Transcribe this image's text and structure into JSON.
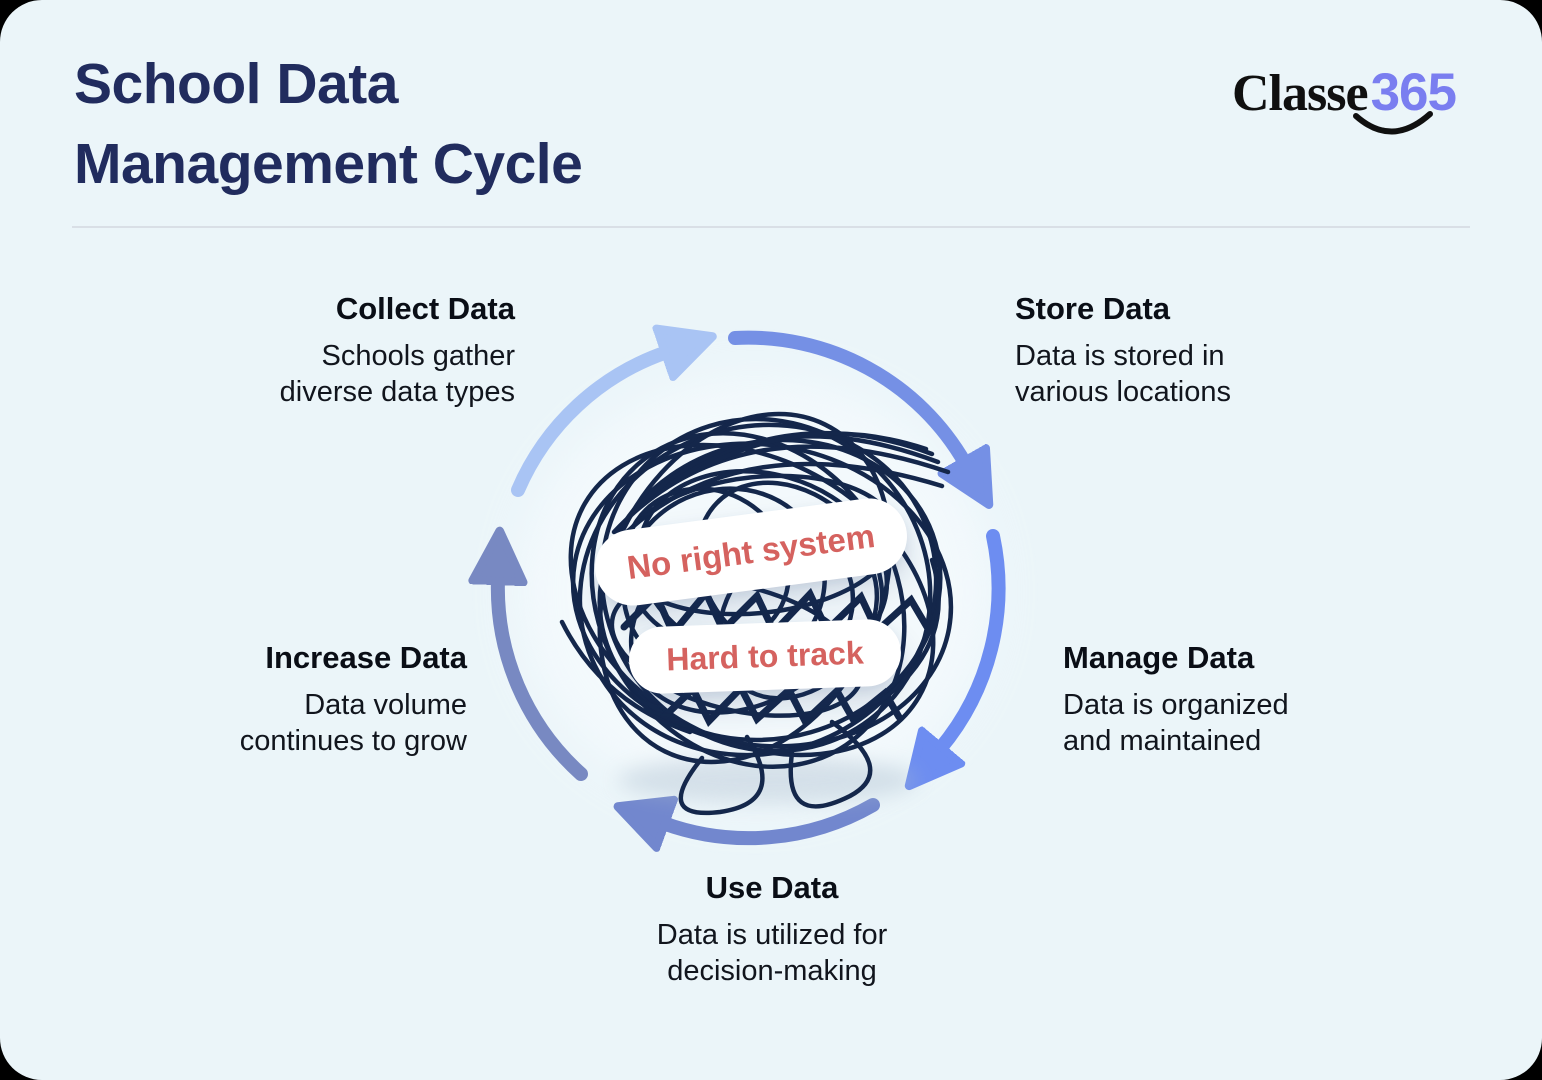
{
  "header": {
    "title_line1": "School Data",
    "title_line2": "Management Cycle",
    "logo_text": "Classe",
    "logo_number": "365"
  },
  "stages": [
    {
      "title": "Collect Data",
      "desc_line1": "Schools gather",
      "desc_line2": "diverse data types"
    },
    {
      "title": "Store Data",
      "desc_line1": "Data is stored in",
      "desc_line2": "various locations"
    },
    {
      "title": "Manage Data",
      "desc_line1": "Data is organized",
      "desc_line2": "and maintained"
    },
    {
      "title": "Use Data",
      "desc_line1": "Data is utilized for",
      "desc_line2": "decision-making"
    },
    {
      "title": "Increase Data",
      "desc_line1": "Data volume",
      "desc_line2": "continues to grow"
    }
  ],
  "center_labels": [
    {
      "text": "No right system"
    },
    {
      "text": "Hard to track"
    }
  ],
  "colors": {
    "card_background": "#ebf5f9",
    "title_navy": "#212c5e",
    "body_text": "#11151d",
    "scribble_navy": "#14274b",
    "badge_text_red": "#d5625f",
    "badge_background": "#ffffff",
    "logo_black": "#101010",
    "logo_purple": "#7a7ef0",
    "arc_top_left": "#a9c4f4",
    "arc_top_right": "#7590e5",
    "arc_right": "#6d8df1",
    "arc_bottom": "#7287ce",
    "arc_left": "#7889c2"
  }
}
